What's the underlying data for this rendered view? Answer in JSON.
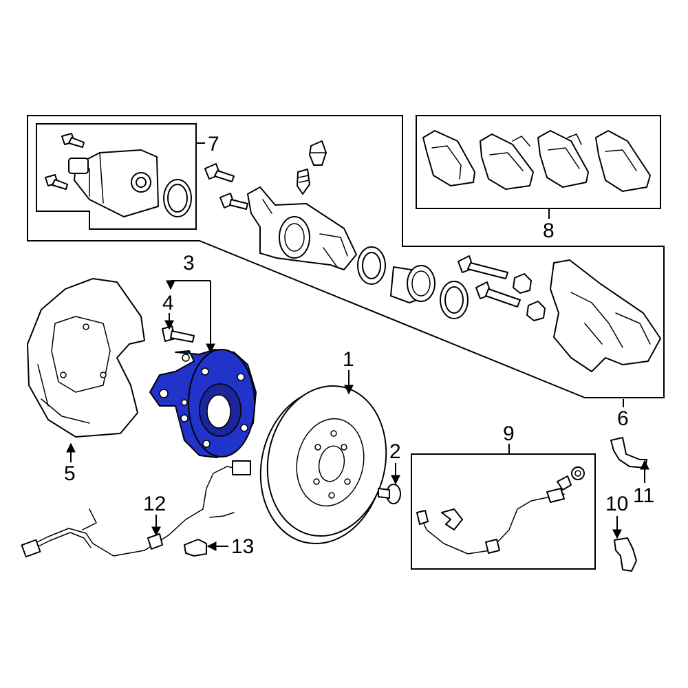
{
  "callouts": {
    "c1": "1",
    "c2": "2",
    "c3": "3",
    "c4": "4",
    "c5": "5",
    "c6": "6",
    "c7": "7",
    "c8": "8",
    "c9": "9",
    "c10": "10",
    "c11": "11",
    "c12": "12",
    "c13": "13"
  },
  "colors": {
    "highlight": "#2233cc",
    "line": "#000000",
    "background": "#ffffff"
  }
}
